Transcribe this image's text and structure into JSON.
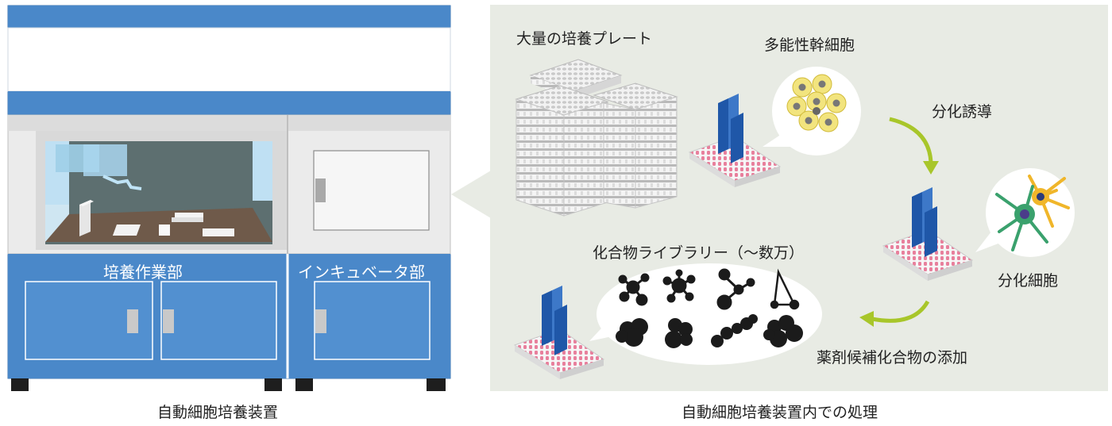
{
  "machine": {
    "culture_section_label": "培養作業部",
    "incubator_section_label": "インキュベータ部",
    "caption": "自動細胞培養装置"
  },
  "process": {
    "caption": "自動細胞培養装置内での処理",
    "plates_label": "大量の培養プレート",
    "stem_cells_label": "多能性幹細胞",
    "induction_label": "分化誘導",
    "differentiated_label": "分化細胞",
    "library_label": "化合物ライブラリー（～数万）",
    "add_label": "薬剤候補化合物の添加"
  },
  "colors": {
    "machine_blue": "#4a88c9",
    "panel_bg": "#e8ebe4",
    "arrow_green": "#a8c62a",
    "robot_blue": "#1f57a8",
    "well_pink": "#e87f9c"
  }
}
